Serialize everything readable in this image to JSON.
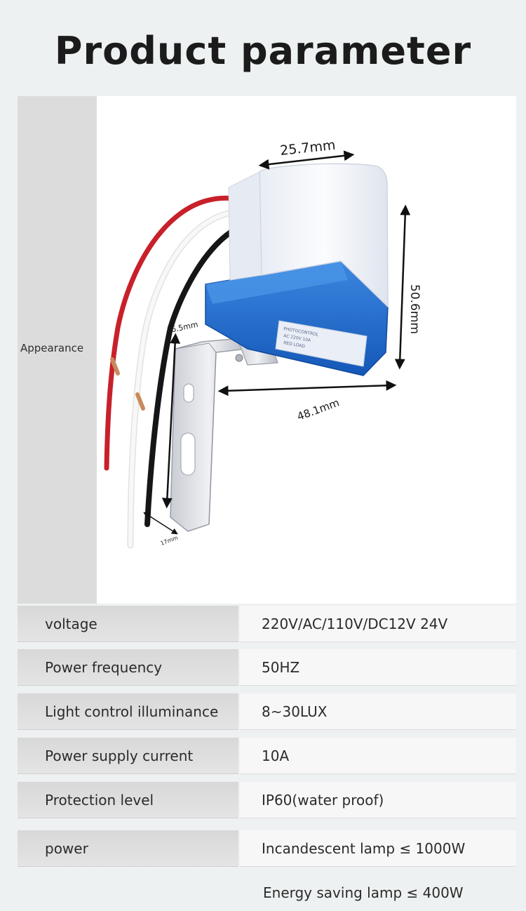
{
  "title": "Product parameter",
  "appearance": {
    "label": "Appearance",
    "dimensions": {
      "top_width": "25.7mm",
      "height": "50.6mm",
      "length": "48.1mm",
      "bracket_height": "46.5mm",
      "bracket_width": "17mm"
    }
  },
  "rows": [
    {
      "label": "voltage",
      "value": "220V/AC/110V/DC12V 24V"
    },
    {
      "label": "Power frequency",
      "value": "50HZ"
    },
    {
      "label": "Light control illuminance",
      "value": "8~30LUX"
    },
    {
      "label": "Power supply current",
      "value": "10A"
    },
    {
      "label": "Protection level",
      "value": "IP60(water proof)"
    },
    {
      "label": "power",
      "value": "Incandescent lamp ≤ 1000W"
    }
  ],
  "extra_value": "Energy saving lamp ≤ 400W",
  "colors": {
    "housing_blue": "#1f6fd0",
    "dome_white": "#f4f6fa",
    "wire_red": "#c8202a",
    "wire_black": "#161616",
    "wire_white": "#f0f0f0"
  }
}
